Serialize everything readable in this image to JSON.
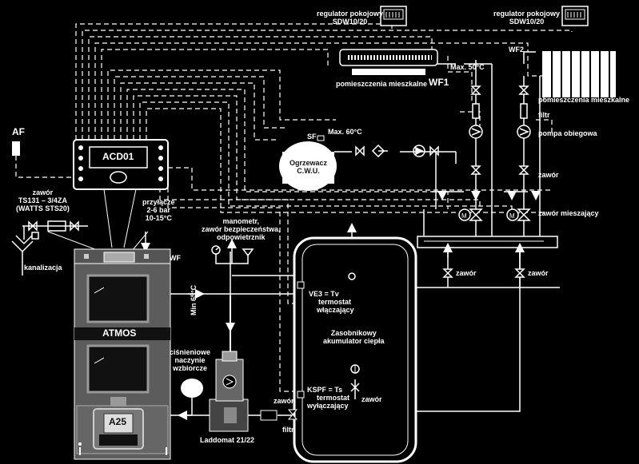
{
  "labels": {
    "room_reg_1": "regulator pokojowy",
    "room_reg_1_model": "SDW10/20",
    "room_reg_2": "regulator pokojowy",
    "room_reg_2_model": "SDW10/20",
    "af": "AF",
    "controller": "ACD01",
    "valve_ts": "zawór",
    "valve_ts_model": "TS131 – 3/4ZA",
    "valve_ts_watts": "(WATTS STS20)",
    "inlet": "przyłącze",
    "inlet_pressure": "2-6 bar",
    "inlet_temp": "10-15°C",
    "drain": "kanalizacja",
    "wf": "WF",
    "boiler_brand": "ATMOS",
    "boiler_model": "A25",
    "manometer_1": "manometr,",
    "manometer_2": "zawór bezpieczeństwa,",
    "manometer_3": "odpowietrznik",
    "min_temp": "Min 65°C",
    "expansion_1": "ciśnieniowe",
    "expansion_2": "naczynie",
    "expansion_3": "wzbiorcze",
    "laddomat": "Laddomat 21/22",
    "filter_bottom": "filtr",
    "valve_bottom": "zawór",
    "sf": "SF",
    "max60": "Max. 60°C",
    "dhw_1": "Ogrzewacz",
    "dhw_2": "C.W.U.",
    "max50": "Max. 50°C",
    "living_1": "pomieszczenia mieszkalne",
    "wf1": "WF1",
    "wf2": "WF2",
    "living_2": "pomieszczenia mieszkalne",
    "filter_right": "filtr",
    "pump": "pompa obiegowa",
    "valve_right": "zawór",
    "mixing_valve": "zawór mieszający",
    "valve_manifold_1": "zawór",
    "valve_manifold_2": "zawór",
    "ve3": "VE3 = Tv",
    "ve3_1": "termostat",
    "ve3_2": "włączający",
    "tank_1": "Zasobnikowy",
    "tank_2": "akumulator ciepła",
    "kspf": "KSPF = Ts",
    "kspf_1": "termostat",
    "kspf_2": "wyłączający",
    "valve_tank": "zawór"
  }
}
